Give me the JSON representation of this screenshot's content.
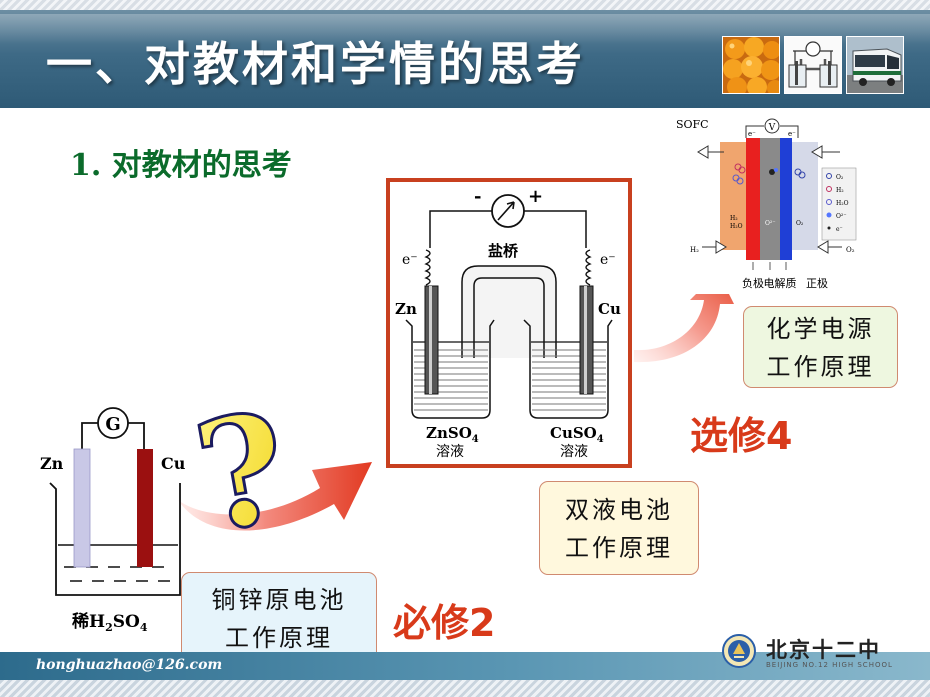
{
  "header": {
    "title": "一、对教材和学情的思考",
    "thumbnails": [
      "oranges-photo",
      "electrochemistry-apparatus-photo",
      "bus-photo"
    ]
  },
  "section": {
    "heading": "1. 对教材的思考"
  },
  "voltaic_cell": {
    "galvanometer": "G",
    "anode": "Zn",
    "cathode": "Cu",
    "electrolyte": "稀H2SO4",
    "electrolyte_parts": [
      "稀H",
      "2",
      "SO",
      "4"
    ],
    "caption_lines": [
      "铜锌原电池",
      "工作原理"
    ],
    "course": "必修2"
  },
  "daniell_cell": {
    "minus": "-",
    "plus": "+",
    "electron_left": "e⁻",
    "electron_right": "e⁻",
    "salt_bridge": "盐桥",
    "anode": "Zn",
    "cathode": "Cu",
    "left_solution": [
      "ZnSO",
      "4",
      "溶液"
    ],
    "right_solution": [
      "CuSO",
      "4",
      "溶液"
    ],
    "caption_lines": [
      "双液电池",
      "工作原理"
    ]
  },
  "sofc": {
    "label": "SOFC",
    "meter": "V",
    "electron_top_left": "e⁻",
    "electron_top_right": "e⁻",
    "inside_left": [
      "H₂",
      "H₂O"
    ],
    "inside_mid": "O²⁻",
    "inside_right": "O₂",
    "inlet_left": "H₂",
    "inlet_right": "O₂",
    "legend": [
      "O₂",
      "H₂",
      "H₂O",
      "O²⁻",
      "e⁻"
    ],
    "bottom_labels": [
      "负极",
      "电解质",
      "正极"
    ],
    "caption_lines": [
      "化学电源",
      "工作原理"
    ],
    "course": "选修4"
  },
  "footer": {
    "email": "honghuazhao@126.com",
    "school": "北京十二中",
    "school_en": "BEIJING NO.12 HIGH SCHOOL"
  },
  "colors": {
    "title_bar": "#3e6a86",
    "heading_green": "#0b6b2b",
    "course_red": "#d83a1a",
    "frame_red": "#c8401f",
    "question_mark": "#f6e02a"
  }
}
